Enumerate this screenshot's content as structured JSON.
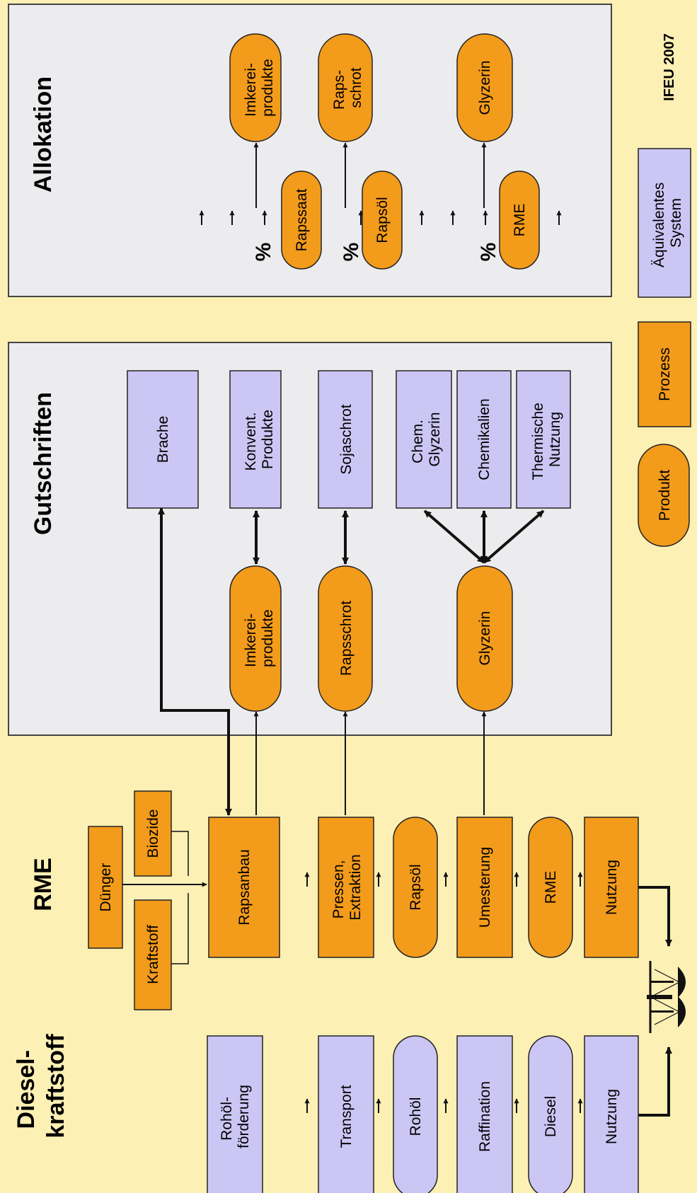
{
  "colors": {
    "background": "#fdf0b4",
    "panel": "#ececee",
    "panel_border": "#333333",
    "process": "#f39b1b",
    "product": "#f39b1b",
    "equivalent": "#ccc6f4",
    "outline": "#222222"
  },
  "columns": {
    "diesel_title": [
      "Diesel-",
      "kraftstoff"
    ],
    "rme_title": "RME",
    "gutschriften_title": "Gutschriften",
    "allokation_title": "Allokation"
  },
  "diesel": {
    "rohoelfoerderung": [
      "Rohöl-",
      "förderung"
    ],
    "transport": "Transport",
    "rohoel": "Rohöl",
    "raffination": "Raffination",
    "diesel": "Diesel",
    "nutzung": "Nutzung"
  },
  "rme": {
    "kraftstoff": "Kraftstoff",
    "duenger": "Dünger",
    "biozide": "Biozide",
    "rapsanbau": "Rapsanbau",
    "pressen": [
      "Pressen,",
      "Extraktion"
    ],
    "rapsoel": "Rapsöl",
    "umesterung": "Umesterung",
    "rme": "RME",
    "nutzung": "Nutzung"
  },
  "gutschriften": {
    "imkereiprodukte": [
      "Imkerei-",
      "produkte"
    ],
    "rapsschrot": "Rapsschrot",
    "glyzerin": "Glyzerin",
    "brache": "Brache",
    "konvent": [
      "Konvent.",
      "Produkte"
    ],
    "sojaschrot": "Sojaschrot",
    "chem_glyzerin": [
      "Chem.",
      "Glyzerin"
    ],
    "chemikalien": "Chemikalien",
    "thermische": [
      "Thermische",
      "Nutzung"
    ]
  },
  "allokation": {
    "imkereiprodukte": [
      "Imkerei-",
      "produkte"
    ],
    "rapsschrot": [
      "Raps-",
      "schrot"
    ],
    "glyzerin": "Glyzerin",
    "rapssaat": "Rapssaat",
    "rapsoel": "Rapsöl",
    "rme": "RME",
    "percent": "%"
  },
  "legend": {
    "produkt": "Produkt",
    "prozess": "Prozess",
    "aequivalentes": [
      "Äquivalentes",
      "System"
    ]
  },
  "credit": "IFEU 2007"
}
